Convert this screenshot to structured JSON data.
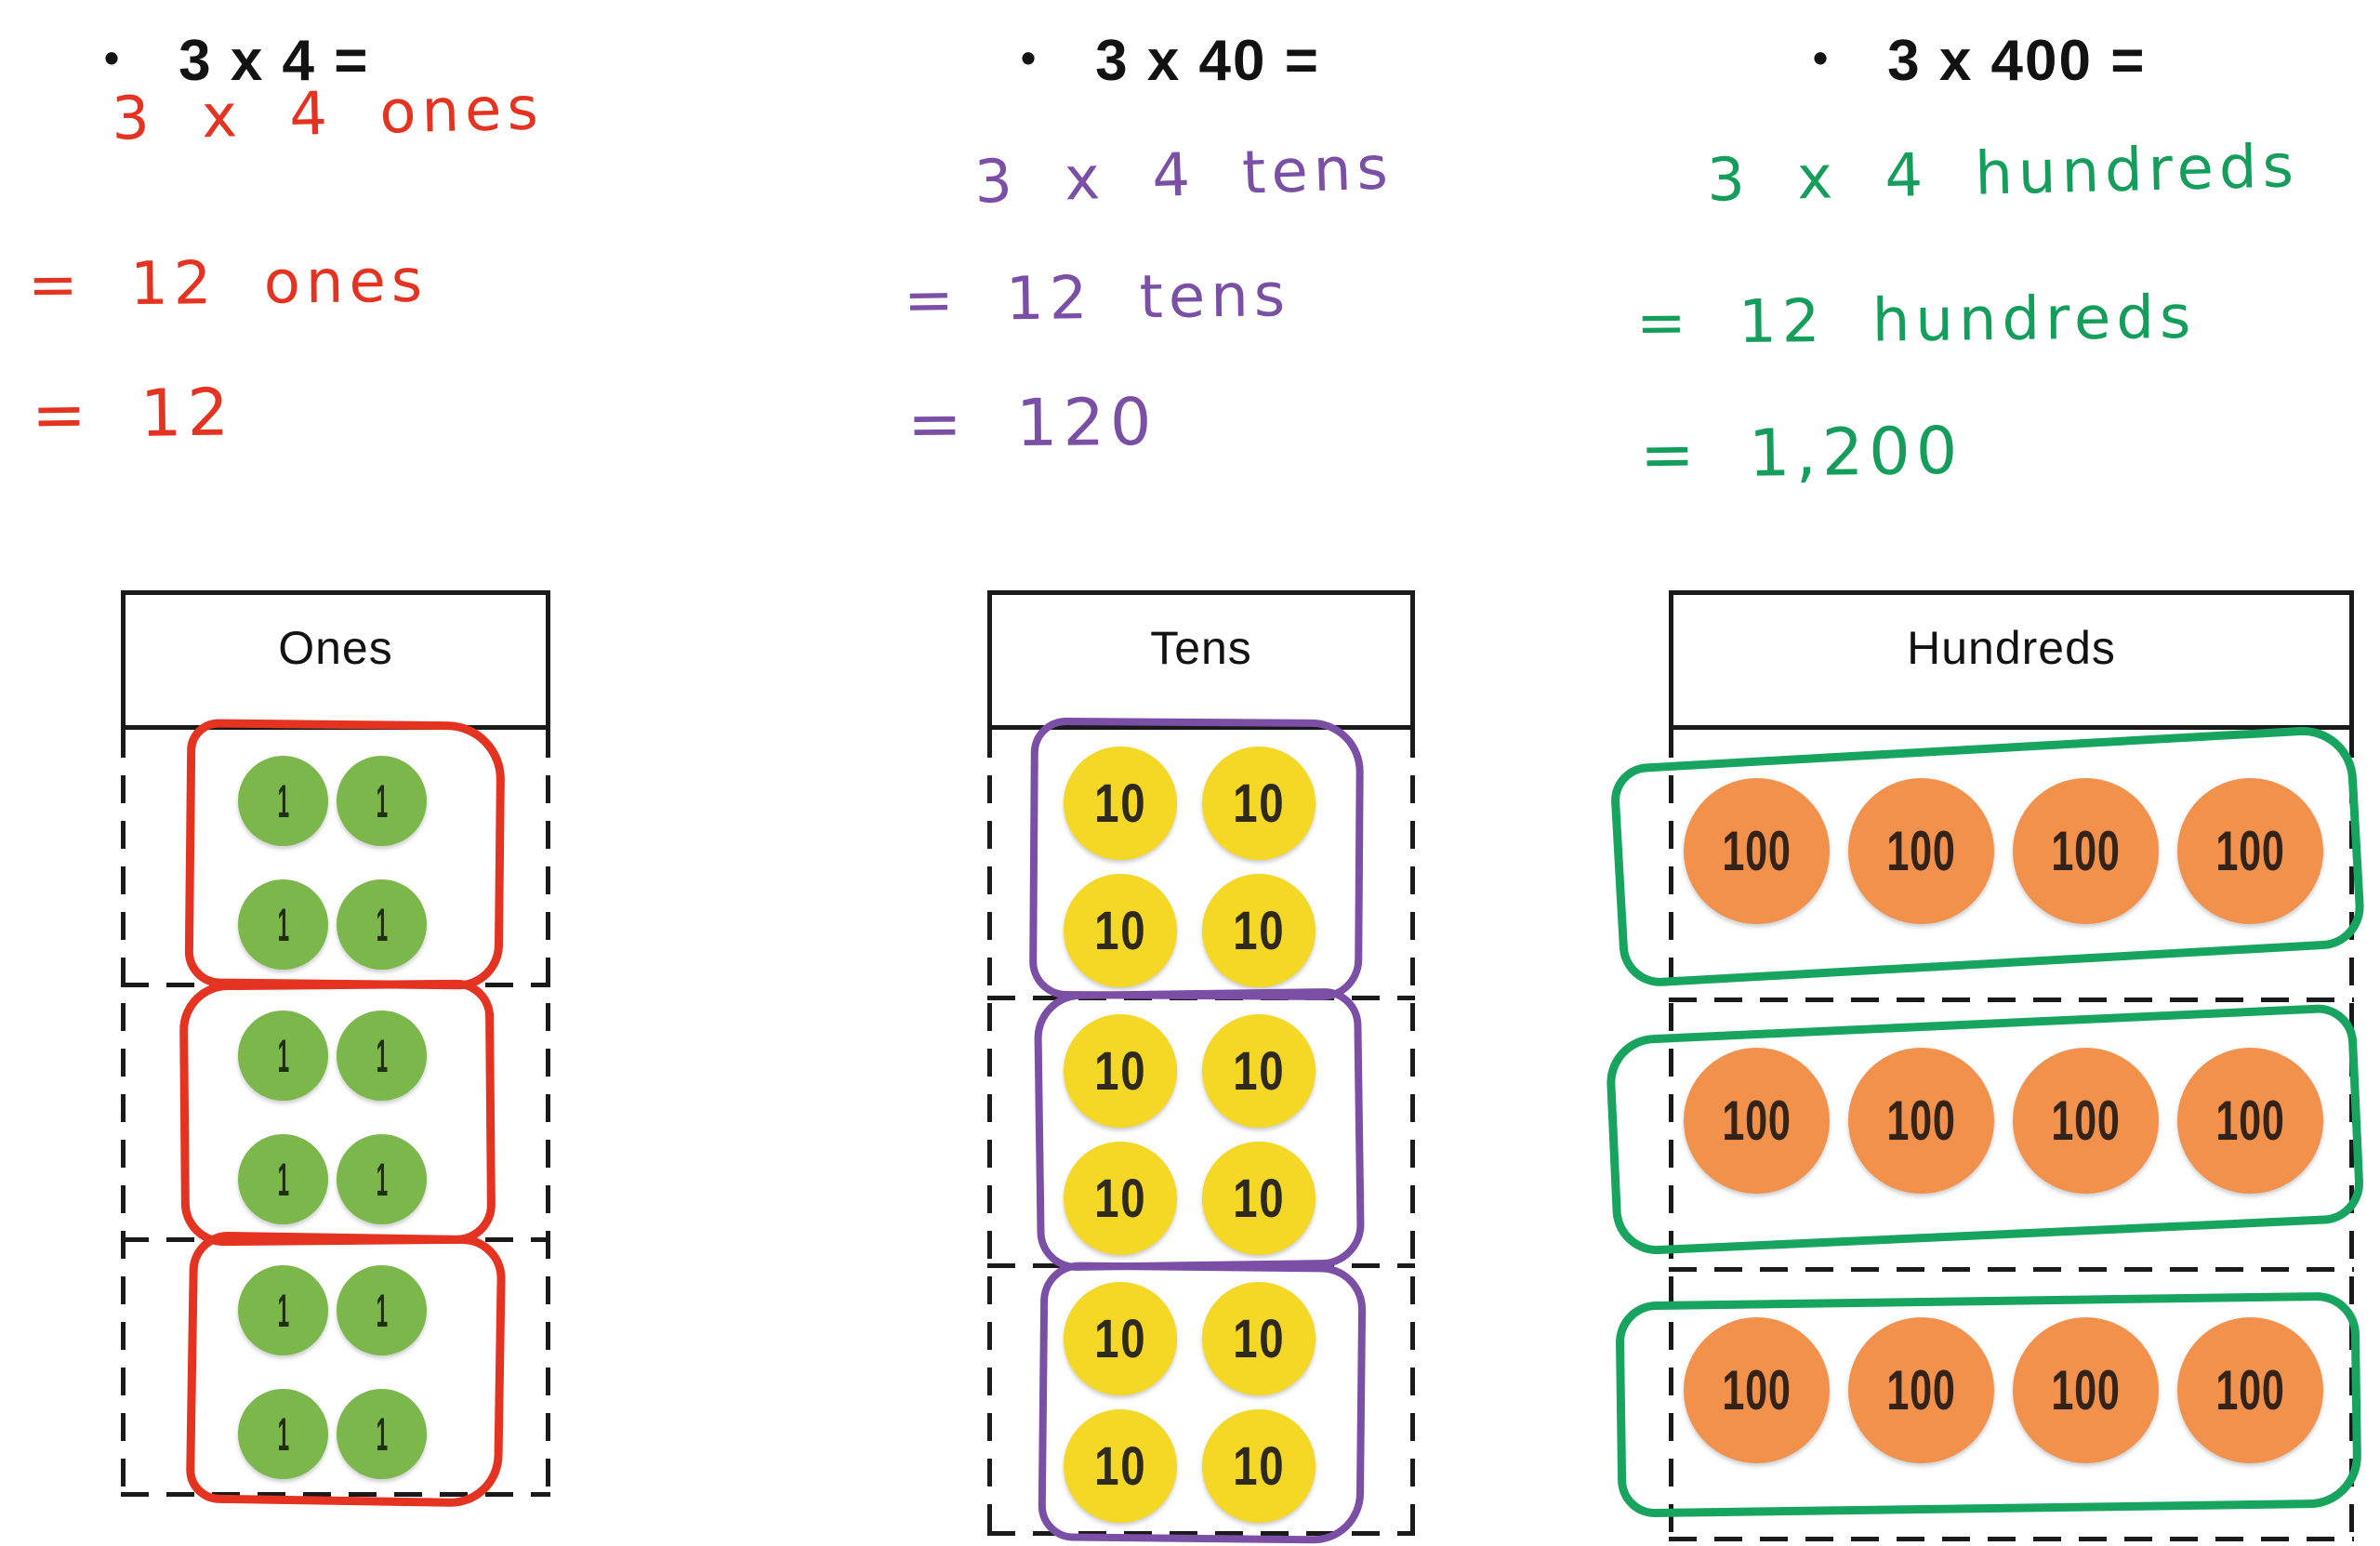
{
  "slide": {
    "background": "#ffffff",
    "columns": [
      {
        "bullet": "•",
        "heading": "3 x 4 =",
        "ink_color": "#e53322",
        "work_lines": [
          "3 x 4 ones",
          "= 12 ones",
          "= 12"
        ],
        "chart": {
          "title": "Ones",
          "counter_label": "1",
          "counter_fill": "#7bb74a",
          "counter_text_color": "#20300f",
          "loop_color": "#e53322",
          "groups": 3,
          "counters_per_group": 4,
          "arrangement": "2x2",
          "total_counters": 12
        }
      },
      {
        "bullet": "•",
        "heading": "3 x 40 =",
        "ink_color": "#7b4fa6",
        "work_lines": [
          "3 x 4 tens",
          "= 12 tens",
          "= 120"
        ],
        "chart": {
          "title": "Tens",
          "counter_label": "10",
          "counter_fill": "#f5d725",
          "counter_text_color": "#2e2a1e",
          "loop_color": "#7b4fa6",
          "groups": 3,
          "counters_per_group": 4,
          "arrangement": "2x2",
          "total_counters": 12
        }
      },
      {
        "bullet": "•",
        "heading": "3 x 400 =",
        "ink_color": "#159e5b",
        "work_lines": [
          "3 x 4 hundreds",
          "= 12 hundreds",
          "= 1,200"
        ],
        "chart": {
          "title": "Hundreds",
          "counter_label": "100",
          "counter_fill": "#f2914c",
          "counter_text_color": "#342318",
          "loop_color": "#17a45e",
          "groups": 3,
          "counters_per_group": 4,
          "arrangement": "1x4",
          "total_counters": 12
        }
      }
    ]
  }
}
